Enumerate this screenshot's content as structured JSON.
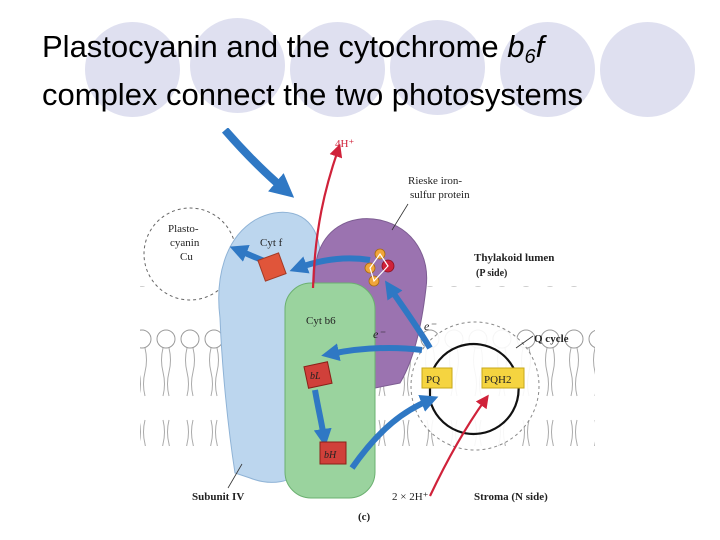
{
  "slide": {
    "title_line1_prefix": "Plastocyanin and the cytochrome ",
    "title_b": "b",
    "title_sub": "6",
    "title_f": "f",
    "title_line2": "complex connect the two photosystems"
  },
  "diagram": {
    "labels": {
      "four_h": "4H⁺",
      "rieske_1": "Rieske iron-",
      "rieske_2": "sulfur protein",
      "plasto_1": "Plasto-",
      "plasto_2": "cyanin",
      "plasto_3": "Cu",
      "cyt_f": "Cyt f",
      "thylakoid_1": "Thylakoid lumen",
      "thylakoid_2": "(P side)",
      "cyt_b6": "Cyt b6",
      "e_minus_1": "e⁻",
      "e_minus_2": "e⁻",
      "q_cycle": "Q cycle",
      "b_l": "bL",
      "pq": "PQ",
      "pqh2": "PQH2",
      "b_h": "bH",
      "subunit_iv": "Subunit IV",
      "two_2h": "2 × 2H⁺",
      "stroma": "Stroma (N side)",
      "panel": "(c)"
    },
    "colors": {
      "blue_arrow": "#2f78c4",
      "red_arrow": "#d0223a",
      "cyt_f_protein": "#bcd6ee",
      "rieske_protein": "#9b73b0",
      "cyt_b6_protein": "#9ad39e",
      "heme": "#e0553a",
      "quinone": "#f5d440"
    }
  }
}
